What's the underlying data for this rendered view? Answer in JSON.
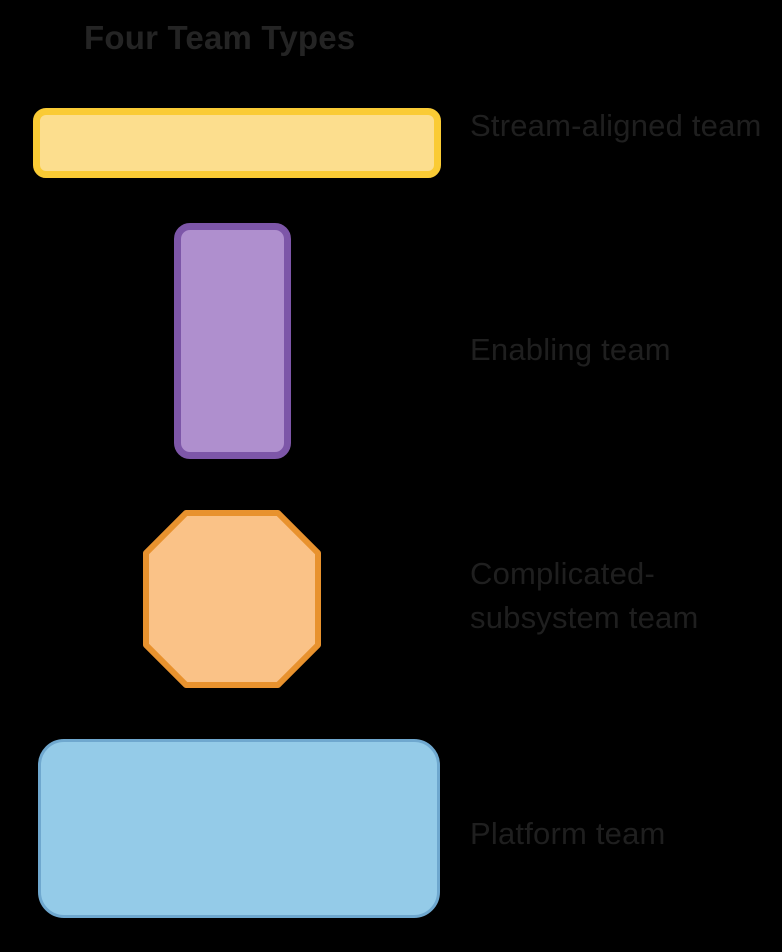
{
  "diagram": {
    "title": "Four Team Types",
    "background_color": "#000000",
    "title_color": "#242424",
    "label_color": "#1F1F1F",
    "shapes": [
      {
        "id": "stream-aligned",
        "label": "Stream-aligned team",
        "shape": "rounded-rectangle-wide",
        "fill": "#FCDE8E",
        "stroke": "#FACB35"
      },
      {
        "id": "enabling",
        "label": "Enabling team",
        "shape": "rounded-rectangle-tall",
        "fill": "#AF8FCE",
        "stroke": "#7D56A8"
      },
      {
        "id": "complicated-subsystem",
        "label": "Complicated-subsystem team",
        "shape": "octagon",
        "fill": "#FAC287",
        "stroke": "#E8922E"
      },
      {
        "id": "platform",
        "label": "Platform team",
        "shape": "rounded-rectangle-large",
        "fill": "#94CBE8",
        "stroke": "#6FA8CF"
      }
    ]
  }
}
